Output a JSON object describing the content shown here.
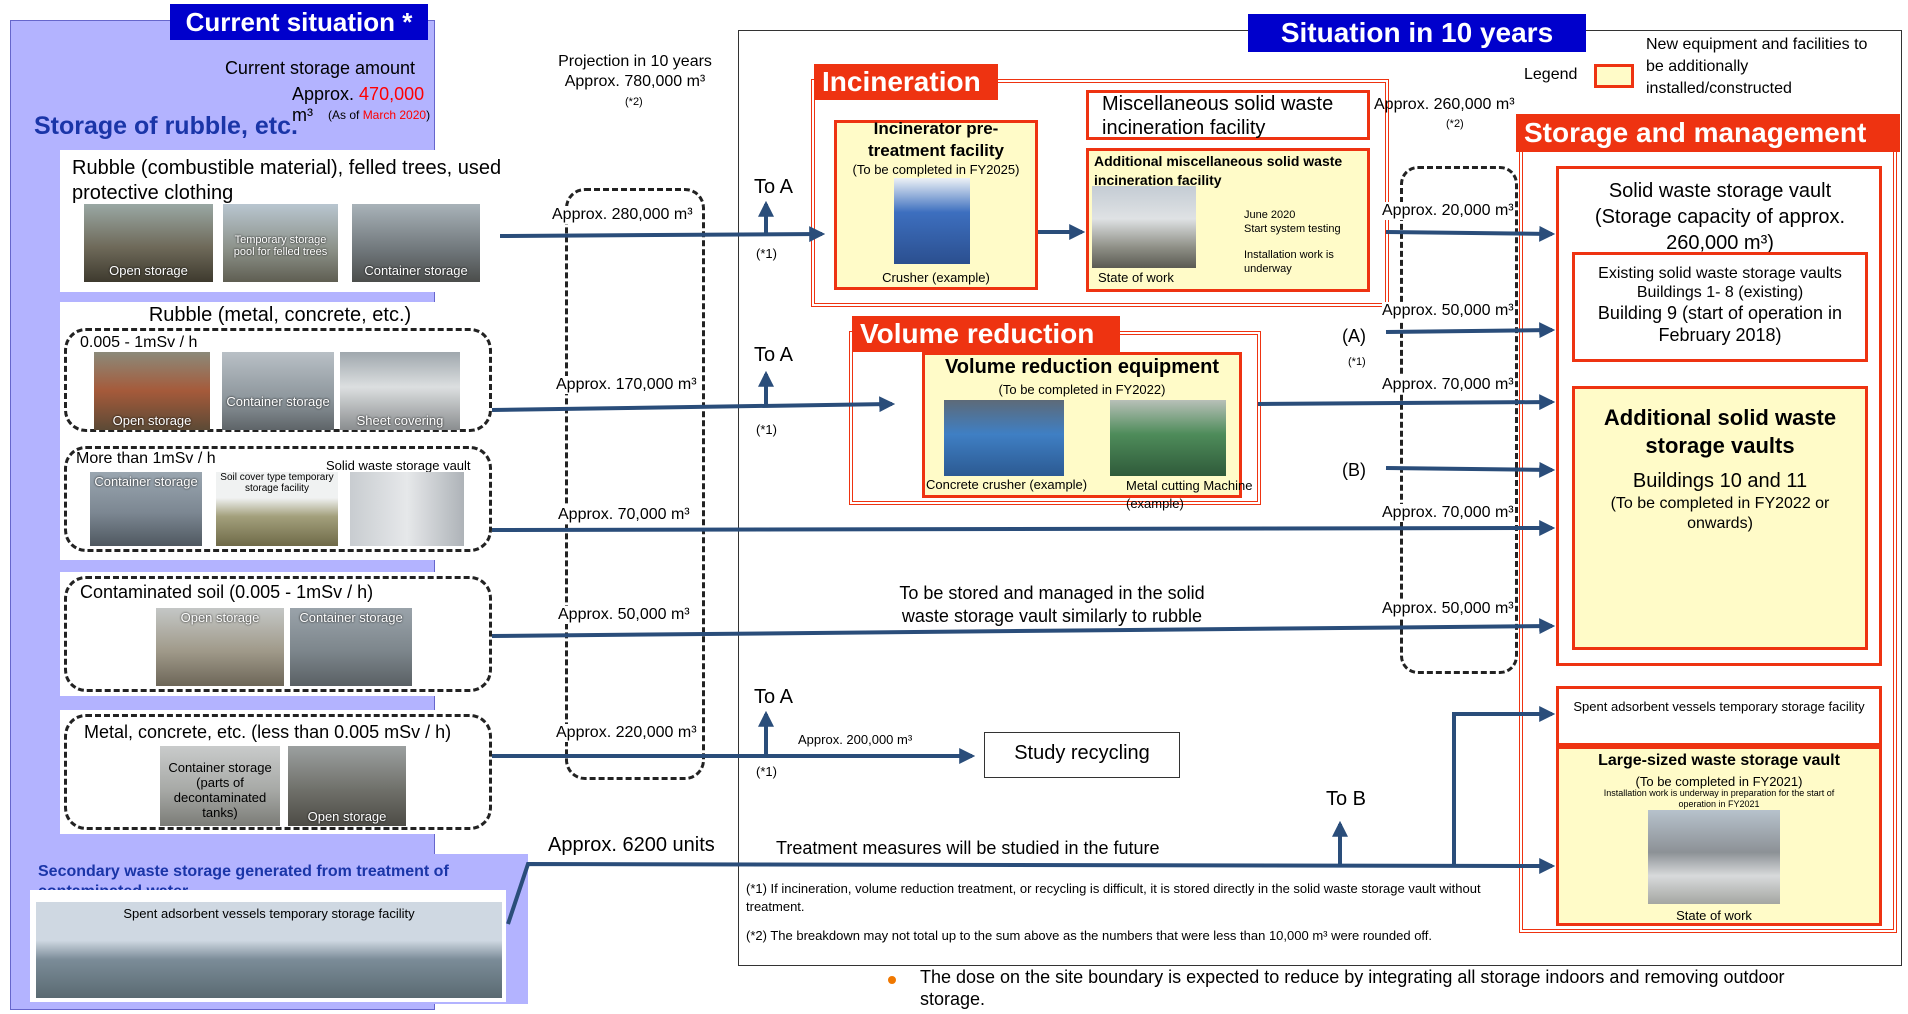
{
  "current": {
    "header": "Current situation *",
    "storage_amount_label": "Current storage amount",
    "storage_amount_prefix": "Approx. ",
    "storage_amount_value": "470,000",
    "storage_amount_unit": " m³",
    "as_of_prefix": "(As of ",
    "as_of_date": "March 2020",
    "as_of_suffix": ")",
    "section_title": "Storage of rubble, etc.",
    "combustible_title": "Rubble (combustible material), felled trees, used protective clothing",
    "combustible_photos": [
      "Open storage",
      "Temporary storage pool for felled trees",
      "Container storage"
    ],
    "metal_title": "Rubble (metal, concrete, etc.)",
    "low_dose_label": "0.005 - 1mSv / h",
    "low_dose_photos": [
      "Open storage",
      "Container storage",
      "Sheet covering"
    ],
    "high_dose_label": "More than 1mSv / h",
    "high_dose_vault_label": "Solid waste storage vault",
    "high_dose_photos": [
      "Container storage",
      "Soil cover type temporary storage facility",
      ""
    ],
    "soil_title": "Contaminated soil (0.005 - 1mSv / h)",
    "soil_photos": [
      "Open storage",
      "Container storage"
    ],
    "metal_low_title": "Metal, concrete, etc. (less than 0.005 mSv / h)",
    "metal_low_photos": [
      "Container storage (parts of decontaminated tanks)",
      "Open storage"
    ],
    "secondary_title": "Secondary waste storage generated from treatment of contaminated water",
    "secondary_photo_label": "Spent adsorbent vessels temporary storage facility"
  },
  "projection": {
    "label1": "Projection in 10 years",
    "label2": "Approx. 780,000 m³",
    "note": "(*2)",
    "rows": [
      "Approx. 280,000 m³",
      "Approx. 170,000 m³",
      "Approx. 70,000 m³",
      "Approx. 50,000 m³",
      "Approx. 220,000 m³"
    ],
    "units": "Approx. 6200 units"
  },
  "future": {
    "header": "Situation in 10 years",
    "legend_label": "Legend",
    "legend_text": "New equipment and facilities to be additionally installed/constructed",
    "to_a": "To A",
    "to_b": "To B",
    "note1": "(*1)",
    "incineration_header": "Incineration",
    "pretreatment_title": "Incinerator pre-treatment facility",
    "pretreatment_sub": "(To be completed in FY2025)",
    "crusher_caption": "Crusher (example)",
    "misc_facility": "Miscellaneous solid waste incineration facility",
    "additional_misc_title": "Additional miscellaneous solid waste incineration facility",
    "additional_misc_note1": "June 2020",
    "additional_misc_note2": "Start system testing",
    "additional_misc_note3": "Installation work is underway",
    "state_of_work": "State of work",
    "volume_header": "Volume reduction",
    "volume_title": "Volume reduction equipment",
    "volume_sub": "(To be completed in FY2022)",
    "concrete_crusher": "Concrete crusher (example)",
    "metal_cutting": "Metal cutting Machine (example)",
    "stored_like_rubble": "To be stored and managed in the solid waste storage vault similarly to rubble",
    "recycling_amount": "Approx. 200,000 m³",
    "study_recycling": "Study recycling",
    "treatment_future": "Treatment measures will be studied in the future",
    "incin_out": "Approx. 260,000 m³",
    "incin_out_note": "(*2)",
    "right_rows": [
      "Approx. 20,000 m³",
      "Approx. 50,000 m³",
      "Approx. 70,000 m³",
      "Approx. 70,000 m³",
      "Approx. 50,000 m³"
    ],
    "label_a": "(A)",
    "label_a_note": "(*1)",
    "label_b": "(B)",
    "footnote1": "(*1) If incineration, volume reduction treatment, or recycling is difficult, it is stored directly in the solid waste storage vault without treatment.",
    "footnote2": "(*2) The breakdown may not total up to the sum above as the numbers that were less than 10,000 m³ were rounded off."
  },
  "storage": {
    "header": "Storage and management",
    "vault_title": "Solid waste storage vault (Storage capacity of approx. 260,000 m³)",
    "existing_line1": "Existing solid waste storage vaults",
    "existing_line2": "Buildings 1- 8 (existing)",
    "existing_line3": "Building 9 (start of operation in February 2018)",
    "additional_title": "Additional solid waste storage vaults",
    "additional_buildings": "Buildings 10 and 11",
    "additional_sub": "(To be completed in FY2022 or onwards)",
    "spent_title": "Spent adsorbent vessels temporary storage facility",
    "large_title": "Large-sized waste storage vault",
    "large_sub": "(To be completed in FY2021)",
    "large_note": "Installation work is underway in preparation for the start of operation in FY2021",
    "large_caption": "State of work"
  },
  "bottom_bullet": "The dose on the site boundary is expected to reduce by integrating all storage indoors and removing outdoor storage.",
  "colors": {
    "blue_header": "#0000cc",
    "red_header": "#ee3311",
    "arrow": "#2a4d7a",
    "panel": "#b3b3ff"
  }
}
